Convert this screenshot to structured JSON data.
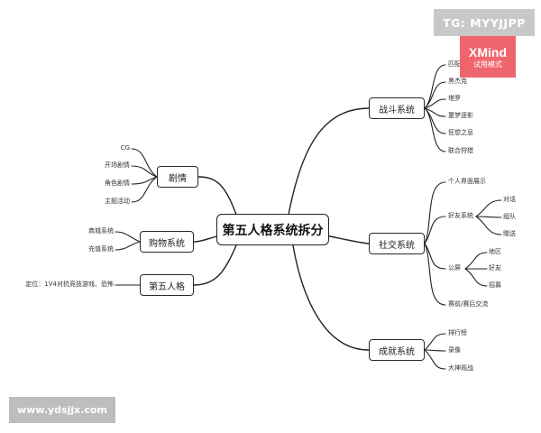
{
  "mindmap": {
    "root": "第五人格系统拆分",
    "branches": {
      "combat": {
        "label": "战斗系统",
        "children": [
          "匹配",
          "黑杰克",
          "塔罗",
          "噩梦逐影",
          "狂想之息",
          "联合狩猎"
        ]
      },
      "social": {
        "label": "社交系统",
        "children": {
          "profile": "个人界面展示",
          "friends": {
            "label": "好友系统",
            "children": [
              "对话",
              "组队",
              "赠送"
            ]
          },
          "public_screen": {
            "label": "公屏",
            "children": [
              "地区",
              "好友",
              "招募"
            ]
          },
          "chat": "赛前/赛后交流"
        }
      },
      "achievement": {
        "label": "成就系统",
        "children": [
          "排行榜",
          "录像",
          "大神观战"
        ]
      },
      "story": {
        "label": "剧情",
        "children": [
          "CG",
          "开场剧情",
          "角色剧情",
          "主题活动"
        ]
      },
      "shop": {
        "label": "购物系统",
        "children": [
          "商城系统",
          "充值系统"
        ]
      },
      "fifth": {
        "label": "第五人格",
        "children": [
          "定位：1V4对抗竞技游戏、恐怖"
        ]
      }
    }
  },
  "watermarks": {
    "tg": "TG: MYYJJPP",
    "xmind_title": "XMind",
    "xmind_sub": "试用模式",
    "url": "www.ydsjjx.com"
  },
  "colors": {
    "line": "#222222",
    "xmind_badge": "#ee5862",
    "watermark_gray": "#c8c8c8"
  }
}
